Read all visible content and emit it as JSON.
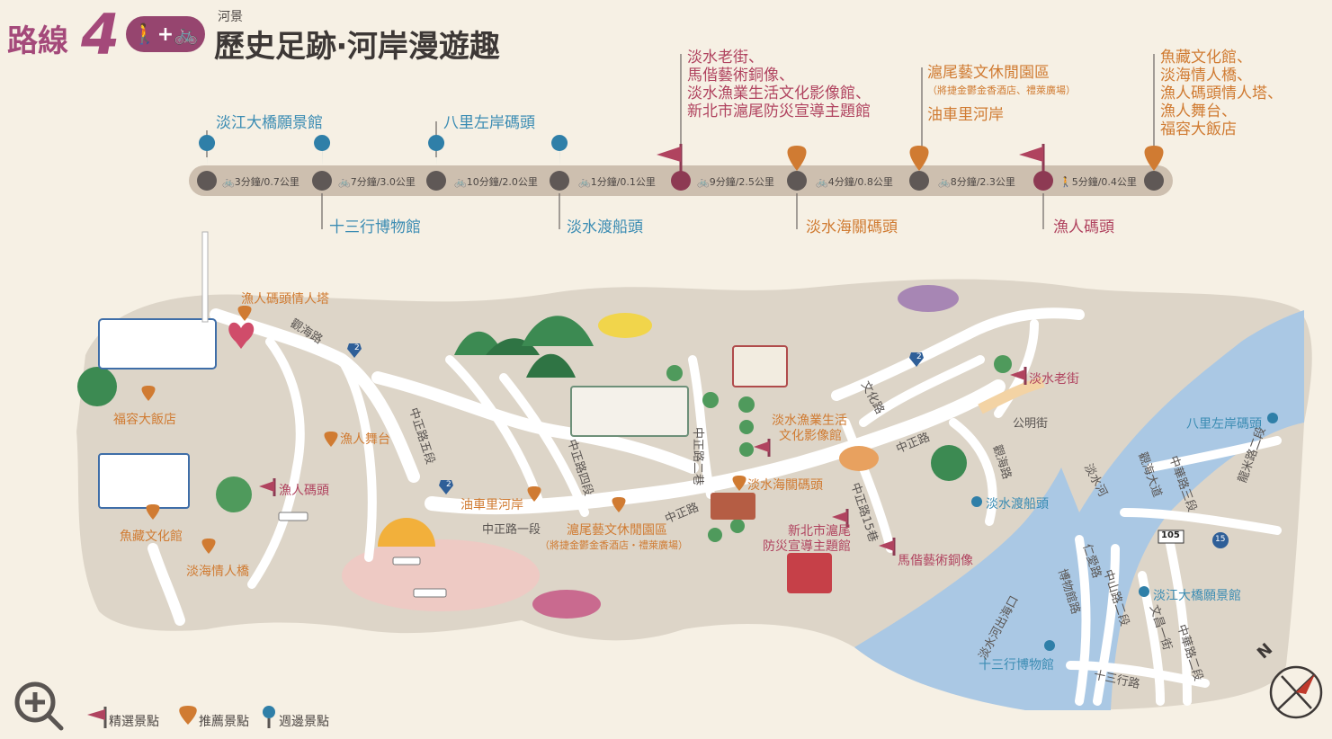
{
  "header": {
    "route_label": "路線",
    "route_number": "4",
    "mode_badge": "🚶+🚲",
    "category": "河景",
    "title": "歷史足跡‧河岸漫遊趣"
  },
  "colors": {
    "featured": "#b0435f",
    "recommended": "#d07b32",
    "nearby": "#3b8cb3",
    "river": "#aac8e4",
    "land": "#ddd5c8",
    "road": "#ffffff",
    "background": "#f6f0e4"
  },
  "route": {
    "top_labels": {
      "s1": "淡江大橋願景館",
      "s3": "八里左岸碼頭",
      "s5": [
        "淡水老街、",
        "馬偕藝術銅像、",
        "淡水漁業生活文化影像館、",
        "新北市滬尾防災宣導主題館"
      ],
      "s7_main": "滬尾藝文休閒園區",
      "s7_sub": "（將捷金鬱金香酒店、禮萊廣場）",
      "s7_extra": "油車里河岸",
      "s9": [
        "魚藏文化館、",
        "淡海情人橋、",
        "漁人碼頭情人塔、",
        "漁人舞台、",
        "福容大飯店"
      ]
    },
    "bottom_labels": {
      "s2": "十三行博物館",
      "s4": "淡水渡船頭",
      "s6": "淡水海關碼頭",
      "s8": "漁人碼頭"
    },
    "segments": [
      {
        "mode": "bike",
        "icon": "🚲",
        "text": "3分鐘/0.7公里"
      },
      {
        "mode": "bike",
        "icon": "🚲",
        "text": "7分鐘/3.0公里"
      },
      {
        "mode": "bike",
        "icon": "🚲",
        "text": "10分鐘/2.0公里"
      },
      {
        "mode": "bike",
        "icon": "🚲",
        "text": "1分鐘/0.1公里"
      },
      {
        "mode": "bike",
        "icon": "🚲",
        "text": "9分鐘/2.5公里"
      },
      {
        "mode": "bike",
        "icon": "🚲",
        "text": "4分鐘/0.8公里"
      },
      {
        "mode": "bike",
        "icon": "🚲",
        "text": "8分鐘/2.3公里"
      },
      {
        "mode": "walk",
        "icon": "🚶",
        "text": "5分鐘/0.4公里"
      }
    ]
  },
  "map": {
    "places": {
      "fishermans_tower": "漁人碼頭情人塔",
      "fullon_hotel": "福容大飯店",
      "fishermans_stage": "漁人舞台",
      "fish_culture": "魚藏文化館",
      "fishermans_wharf": "漁人碼頭",
      "lovers_bridge": "淡海情人橋",
      "youcheli": "油車里河岸",
      "huwei_park": "滬尾藝文休閒園區",
      "huwei_park_sub": "（將捷金鬱金香酒店・禮萊廣場）",
      "fishery_museum_1": "淡水漁業生活",
      "fishery_museum_2": "文化影像館",
      "customs_wharf": "淡水海關碼頭",
      "disaster_center_1": "新北市滬尾",
      "disaster_center_2": "防災宣導主題館",
      "mackay_statue": "馬偕藝術銅像",
      "old_street": "淡水老街",
      "ferry": "淡水渡船頭",
      "bali_wharf": "八里左岸碼頭",
      "bridge_center": "淡江大橋願景館",
      "shihsanhang": "十三行博物館"
    },
    "roads": {
      "guanhai": "觀海路",
      "zhongzheng_5": "中正路五段",
      "zhongzheng_4": "中正路四段",
      "zhongzheng_1": "中正路一段",
      "zhongzheng_lane2": "中正路二巷",
      "zhongzheng_a": "中正路",
      "zhongzheng_b": "中正路",
      "zhongzheng_lane15": "中正路15巷",
      "wenhua": "文化路",
      "gongming": "公明街",
      "kuanhai_road": "觀海路",
      "danshui_river": "淡水河",
      "danshui_estuary": "淡水河出海口",
      "bali_street1": "龍米路二段",
      "bali_street2": "觀海大道",
      "bali_street3": "中華路三段",
      "renai": "仁愛路",
      "zhongshan2": "中山路二段",
      "bowuguan": "博物館路",
      "wenchang": "文昌一街",
      "zhonghua2": "中華路二段",
      "shisanhang_rd": "十三行路",
      "bali_viewpoint": "觀海路"
    },
    "shields": {
      "r2a": "2",
      "r2b": "2",
      "r2c": "2",
      "r105": "105",
      "r15": "15"
    }
  },
  "legend": {
    "featured": "精選景點",
    "recommended": "推薦景點",
    "nearby": "週邊景點"
  },
  "controls": {
    "zoom_icon": "zoom-in-icon",
    "compass_icon": "compass-icon",
    "compass_letter": "N"
  }
}
